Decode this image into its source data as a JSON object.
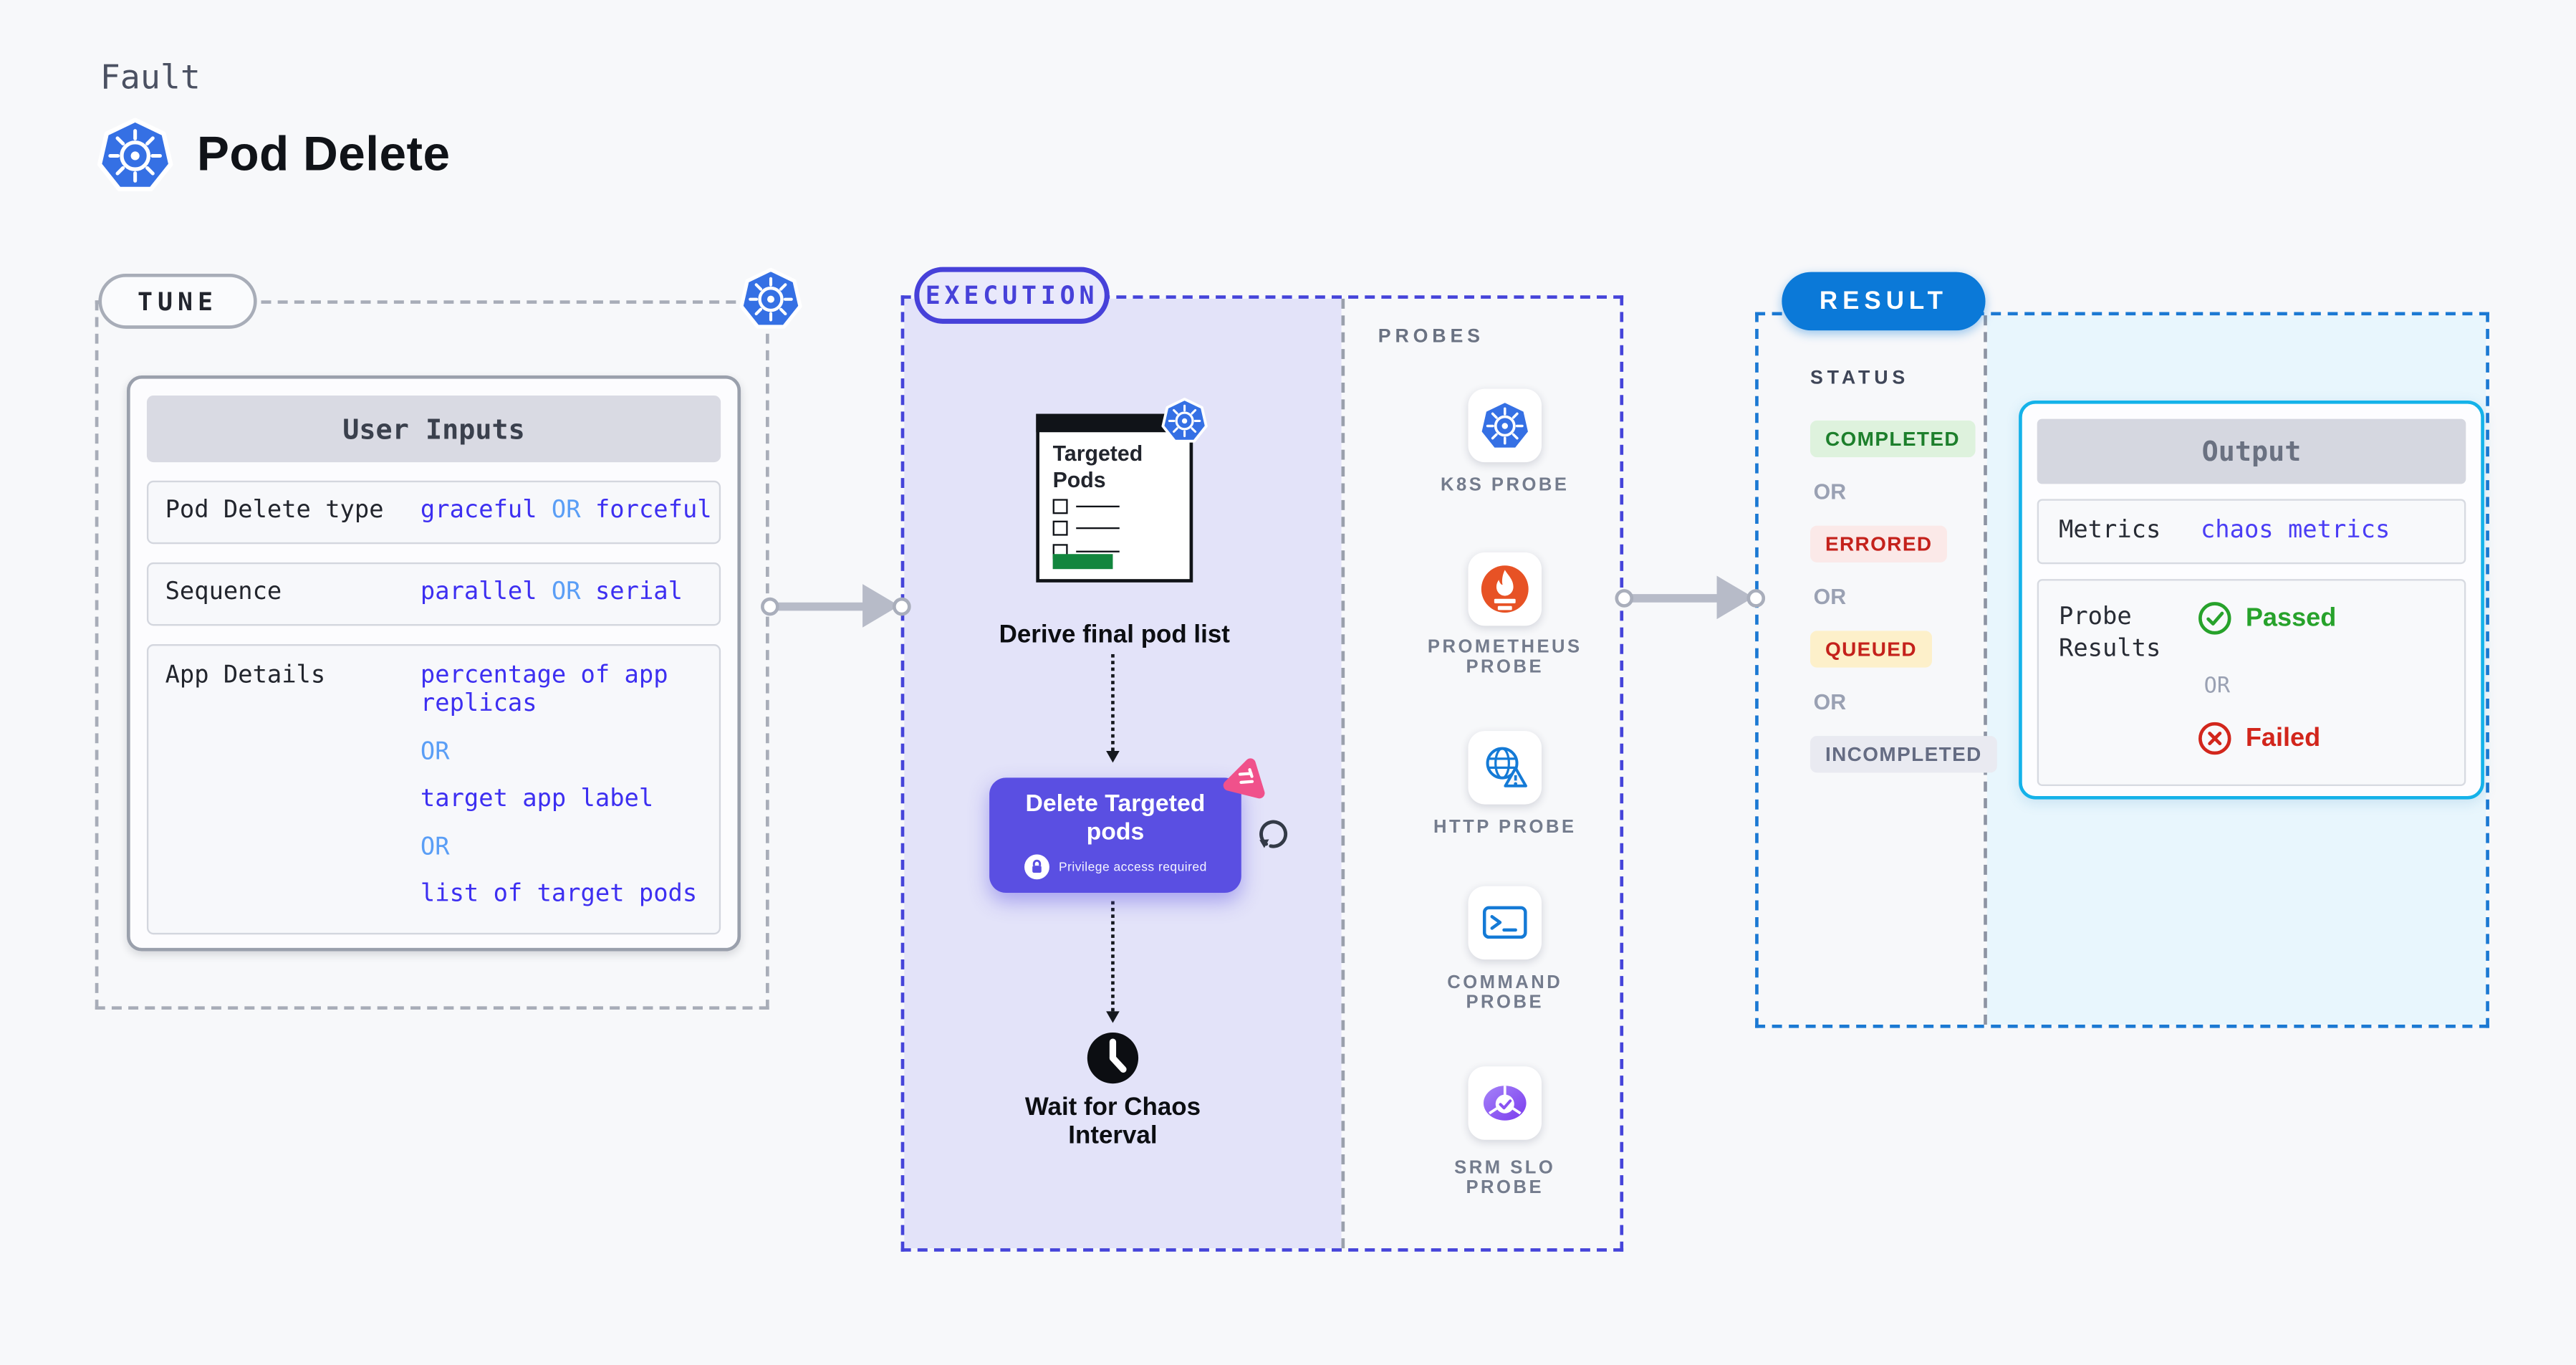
{
  "header": {
    "kicker": "Fault",
    "title": "Pod Delete"
  },
  "tune": {
    "label": "TUNE",
    "panel_title": "User Inputs",
    "rows": [
      {
        "label": "Pod Delete type",
        "v1": "graceful",
        "or": "OR",
        "v2": "forceful"
      },
      {
        "label": "Sequence",
        "v1": "parallel",
        "or": "OR",
        "v2": "serial"
      }
    ],
    "app_row": {
      "label": "App Details",
      "l1": "percentage of app replicas",
      "or": "OR",
      "l2": "target app label",
      "l3": "list of target pods"
    }
  },
  "execution": {
    "label": "EXECUTION",
    "pod_card_title": "Targeted Pods",
    "derive_label": "Derive final pod list",
    "delete_node": {
      "title": "Delete Targeted pods",
      "privilege": "Privilege access required"
    },
    "wait_label": "Wait for Chaos Interval"
  },
  "probes": {
    "title": "PROBES",
    "items": [
      {
        "icon": "kubernetes-icon",
        "label": "K8S PROBE"
      },
      {
        "icon": "prometheus-icon",
        "label": "PROMETHEUS PROBE"
      },
      {
        "icon": "http-globe-icon",
        "label": "HTTP PROBE"
      },
      {
        "icon": "terminal-icon",
        "label": "COMMAND PROBE"
      },
      {
        "icon": "slo-pie-icon",
        "label": "SRM SLO PROBE"
      }
    ]
  },
  "result": {
    "label": "RESULT",
    "status": {
      "title": "STATUS",
      "separator": "OR",
      "badges": [
        {
          "label": "COMPLETED",
          "tone": "success"
        },
        {
          "label": "ERRORED",
          "tone": "error"
        },
        {
          "label": "QUEUED",
          "tone": "warn"
        },
        {
          "label": "INCOMPLETED",
          "tone": "muted"
        }
      ]
    },
    "output": {
      "title": "Output",
      "metrics_label": "Metrics",
      "metrics_value": "chaos metrics",
      "probe_results_label": "Probe Results",
      "passed": "Passed",
      "or": "OR",
      "failed": "Failed"
    }
  },
  "palette": {
    "page_bg": "#f7f8fa",
    "k8s_blue": "#3570e4",
    "lavender": "#e3e3f9",
    "exec_border": "#4544da",
    "accent_purple": "#5a4fe2",
    "litmus_pink": "#f0518b",
    "pod_green": "#12863e",
    "result_blue": "#0b79d8",
    "result_border": "#1b79d3",
    "cyan_panel": "#e8f6fd",
    "output_border": "#14b2e9",
    "value_blue": "#3d2ff1",
    "or_blue": "#5a9ef6",
    "success_green": "#1d7f2c",
    "error_red": "#c4211b",
    "queued_bg": "#fdf0ca",
    "muted_gray": "#656c83",
    "passed_green": "#27a22b",
    "failed_red": "#d2261c",
    "prometheus_orange": "#e75225",
    "http_blue": "#147ad6",
    "srm_purple": "#8a52f2",
    "arrow_gray": "#b7bbc8"
  }
}
